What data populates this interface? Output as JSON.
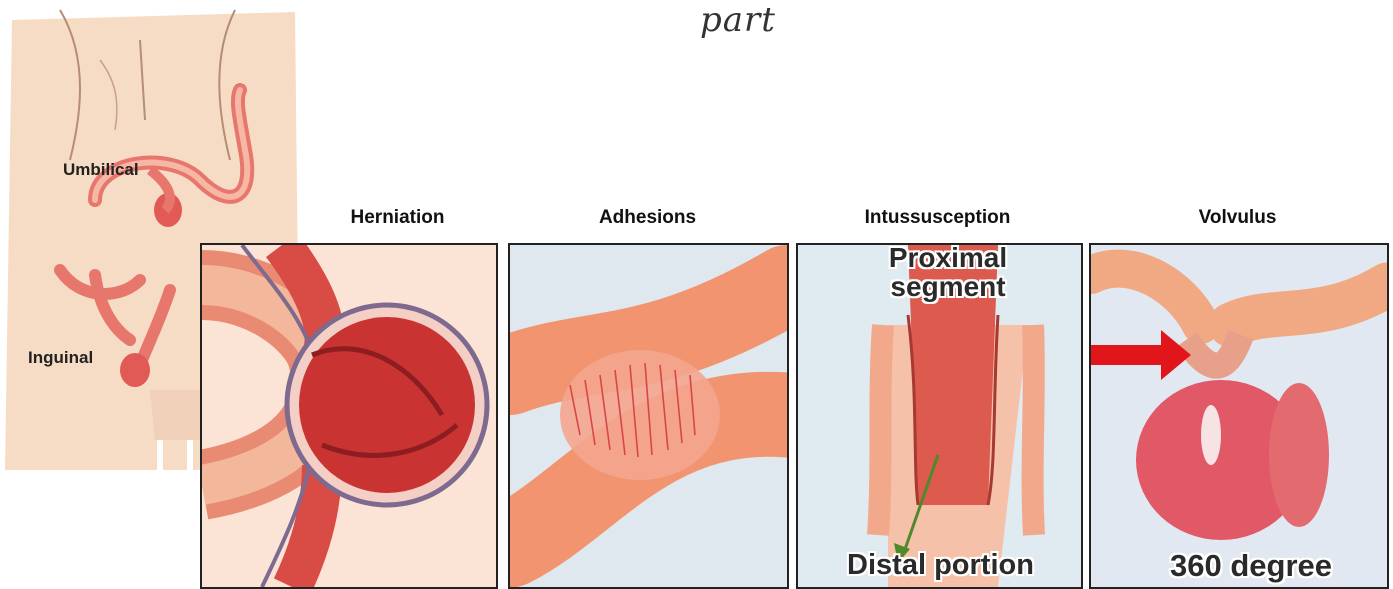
{
  "handwritten_note": "part",
  "torso": {
    "label_umbilical": "Umbilical",
    "label_inguinal": "Inguinal"
  },
  "panels": [
    {
      "title": "Herniation"
    },
    {
      "title": "Adhesions"
    },
    {
      "title": "Intussusception",
      "label_top": "Proximal segment",
      "label_bottom": "Distal portion"
    },
    {
      "title": "Volvulus",
      "label_bottom": "360 degree"
    }
  ],
  "colors": {
    "bowel": "#e4685f",
    "bowel_dark": "#b9322f",
    "skin": "#f6dcc6",
    "arrow_red": "#e0161b",
    "arrow_green": "#4e8a2a"
  }
}
